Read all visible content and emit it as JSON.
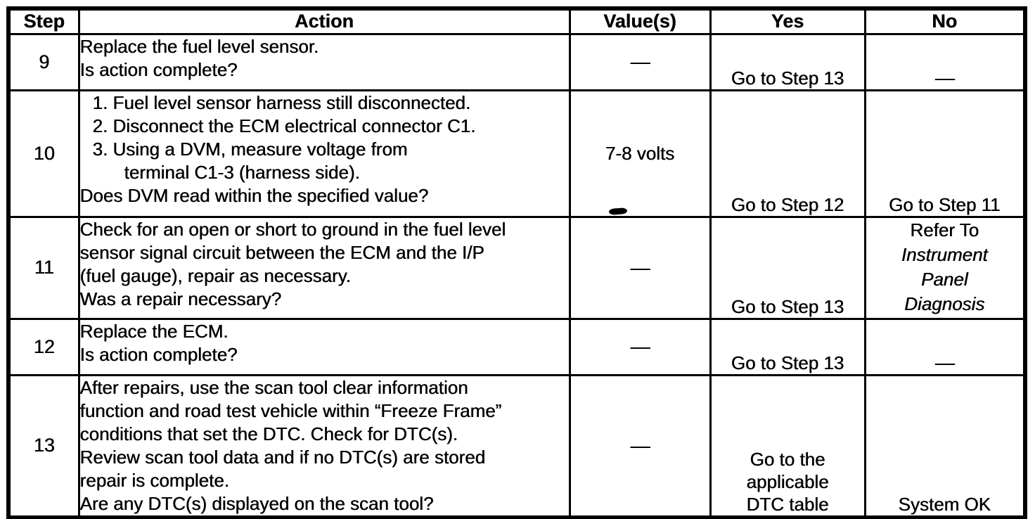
{
  "table": {
    "headers": [
      "Step",
      "Action",
      "Value(s)",
      "Yes",
      "No"
    ],
    "rows": [
      {
        "step": "9",
        "action_lines": [
          "Replace the fuel level sensor.",
          "Is action complete?"
        ],
        "value": "—",
        "yes": "Go to Step 13",
        "no": "—"
      },
      {
        "step": "10",
        "list": [
          "1. Fuel level sensor harness still disconnected.",
          "2. Disconnect the ECM electrical connector C1.",
          "3. Using a DVM, measure voltage from"
        ],
        "list_cont": "terminal C1-3 (harness side).",
        "question": "Does DVM read within the specified value?",
        "value": "7-8 volts",
        "yes": "Go to Step 12",
        "no": "Go to Step 11"
      },
      {
        "step": "11",
        "action_lines": [
          "Check for an open or short to ground in the fuel level",
          "sensor signal circuit between the ECM and the I/P",
          "(fuel gauge), repair as necessary.",
          "Was a repair necessary?"
        ],
        "value": "—",
        "yes": "Go to Step 13",
        "no_plain": "Refer To",
        "no_italic": [
          "Instrument",
          "Panel",
          "Diagnosis"
        ]
      },
      {
        "step": "12",
        "action_lines": [
          "Replace the ECM.",
          "Is action complete?"
        ],
        "value": "—",
        "yes": "Go to Step 13",
        "no": "—"
      },
      {
        "step": "13",
        "action_lines": [
          "After repairs, use the scan tool clear information",
          "function and road test vehicle within “Freeze Frame”",
          "conditions that set the DTC. Check for DTC(s).",
          "Review scan tool data and if no DTC(s) are stored",
          "repair is complete.",
          "Are any DTC(s) displayed on the scan tool?"
        ],
        "value": "—",
        "yes_lines": [
          "Go to the",
          "applicable",
          "DTC table"
        ],
        "no": "System OK"
      }
    ]
  }
}
